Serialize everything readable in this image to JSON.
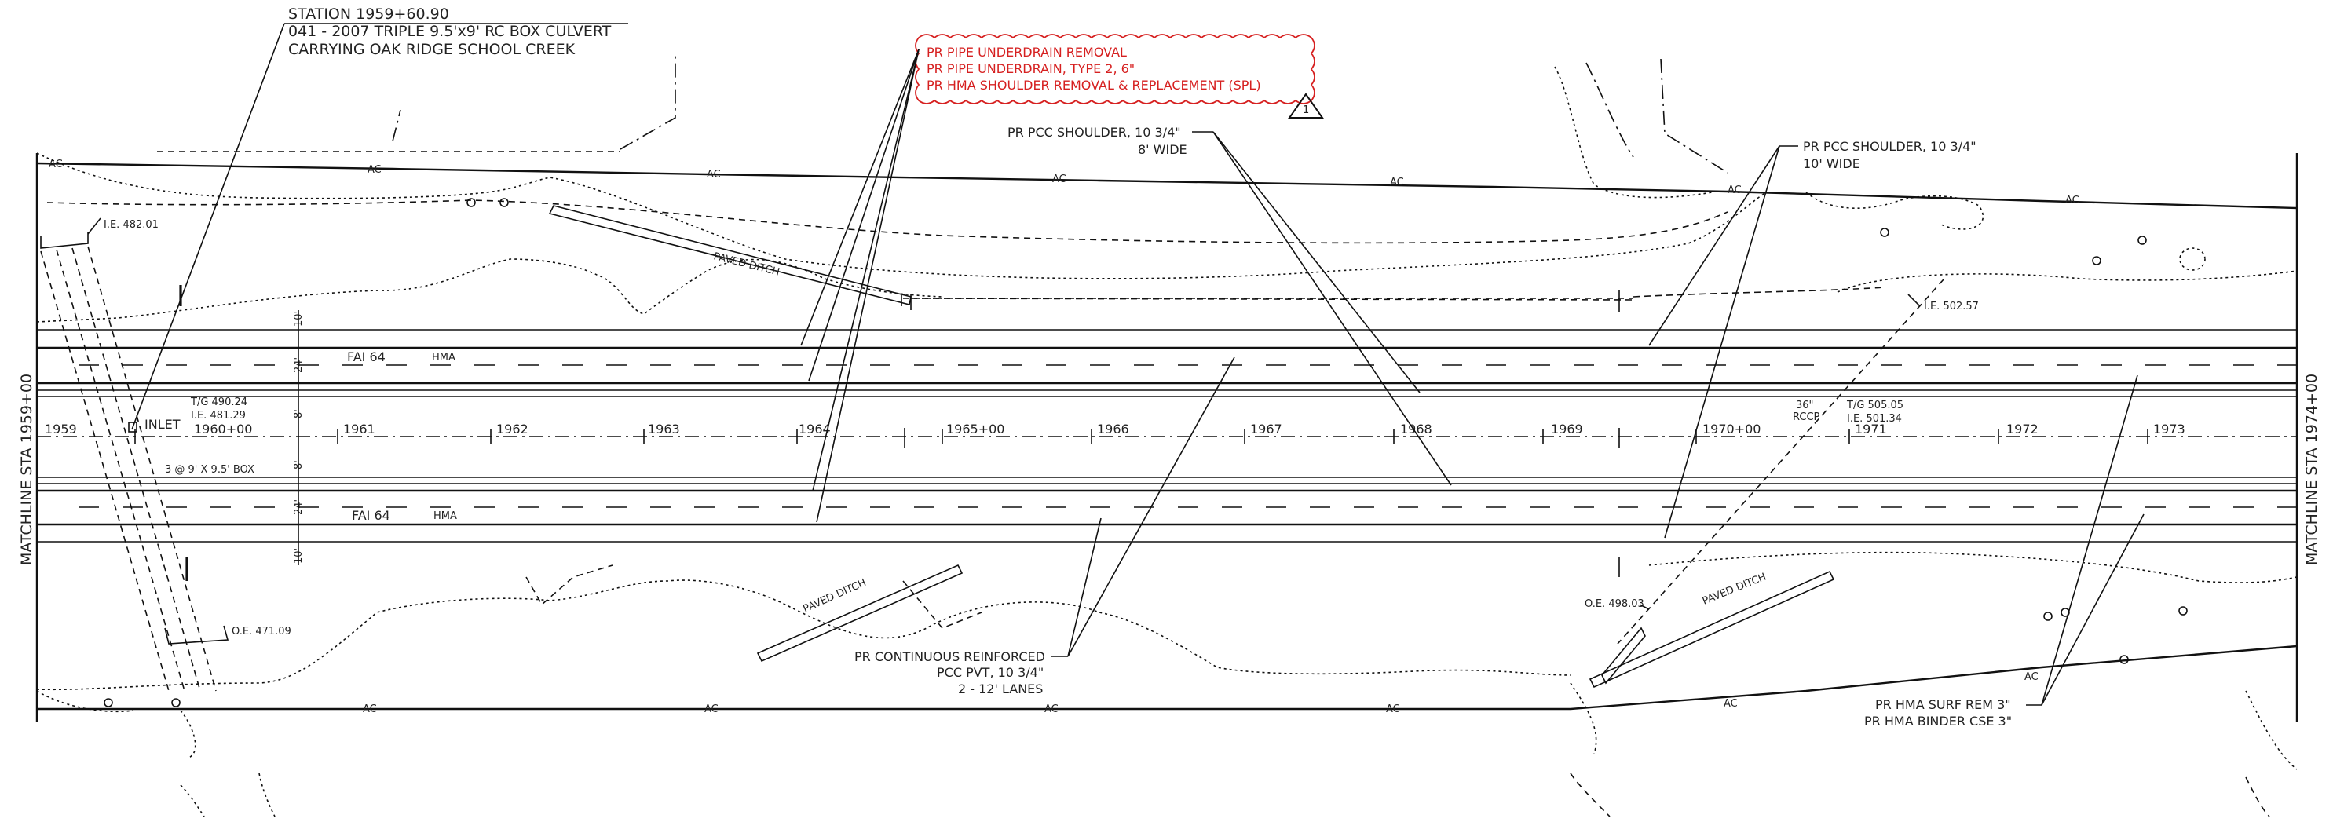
{
  "title_block": {
    "line1": "STATION 1959+60.90",
    "line2": "041 - 2007 TRIPLE 9.5'x9' RC BOX CULVERT",
    "line3": "CARRYING OAK RIDGE SCHOOL CREEK"
  },
  "revision_cloud": {
    "lines": [
      "PR PIPE UNDERDRAIN REMOVAL",
      "PR PIPE UNDERDRAIN, TYPE 2, 6\"",
      "PR HMA SHOULDER REMOVAL & REPLACEMENT (SPL)"
    ],
    "revision_number": "1",
    "color": "#d62020"
  },
  "callouts": {
    "pcc_shoulder_8": [
      "PR PCC SHOULDER, 10 3/4\"",
      "8' WIDE"
    ],
    "pcc_shoulder_10": [
      "PR PCC SHOULDER, 10 3/4\"",
      "10' WIDE"
    ],
    "continuous_reinforced": [
      "PR CONTINUOUS REINFORCED",
      "PCC PVT, 10 3/4\"",
      "2 - 12' LANES"
    ],
    "hma": [
      "PR HMA SURF REM 3\"",
      "PR HMA BINDER CSE 3\""
    ]
  },
  "matchlines": {
    "left": "MATCHLINE STA 1959+00",
    "right": "MATCHLINE STA 1974+00"
  },
  "elevations": {
    "ie_482": "I.E. 482.01",
    "tg_490": "T/G 490.24",
    "ie_481": "I.E. 481.29",
    "oe_471": "O.E. 471.09",
    "oe_498": "O.E. 498.03",
    "ie_502": "I.E. 502.57",
    "tg_505": "T/G 505.05",
    "ie_501": "I.E. 501.34",
    "rccp_1": "36\"",
    "rccp_2": "RCCP"
  },
  "labels": {
    "inlet": "INLET",
    "box": "3 @ 9' X 9.5' BOX",
    "paved_ditch": "PAVED DITCH",
    "route": "FAI 64",
    "surface": "HMA",
    "ac": "AC"
  },
  "dimensions": {
    "d10": "10'",
    "d24": "24'",
    "d8": "8'"
  },
  "stations": [
    "1959",
    "1960+00",
    "1961",
    "1962",
    "1963",
    "1964",
    "1965+00",
    "1966",
    "1967",
    "1968",
    "1969",
    "1970+00",
    "1971",
    "1972",
    "1973"
  ]
}
